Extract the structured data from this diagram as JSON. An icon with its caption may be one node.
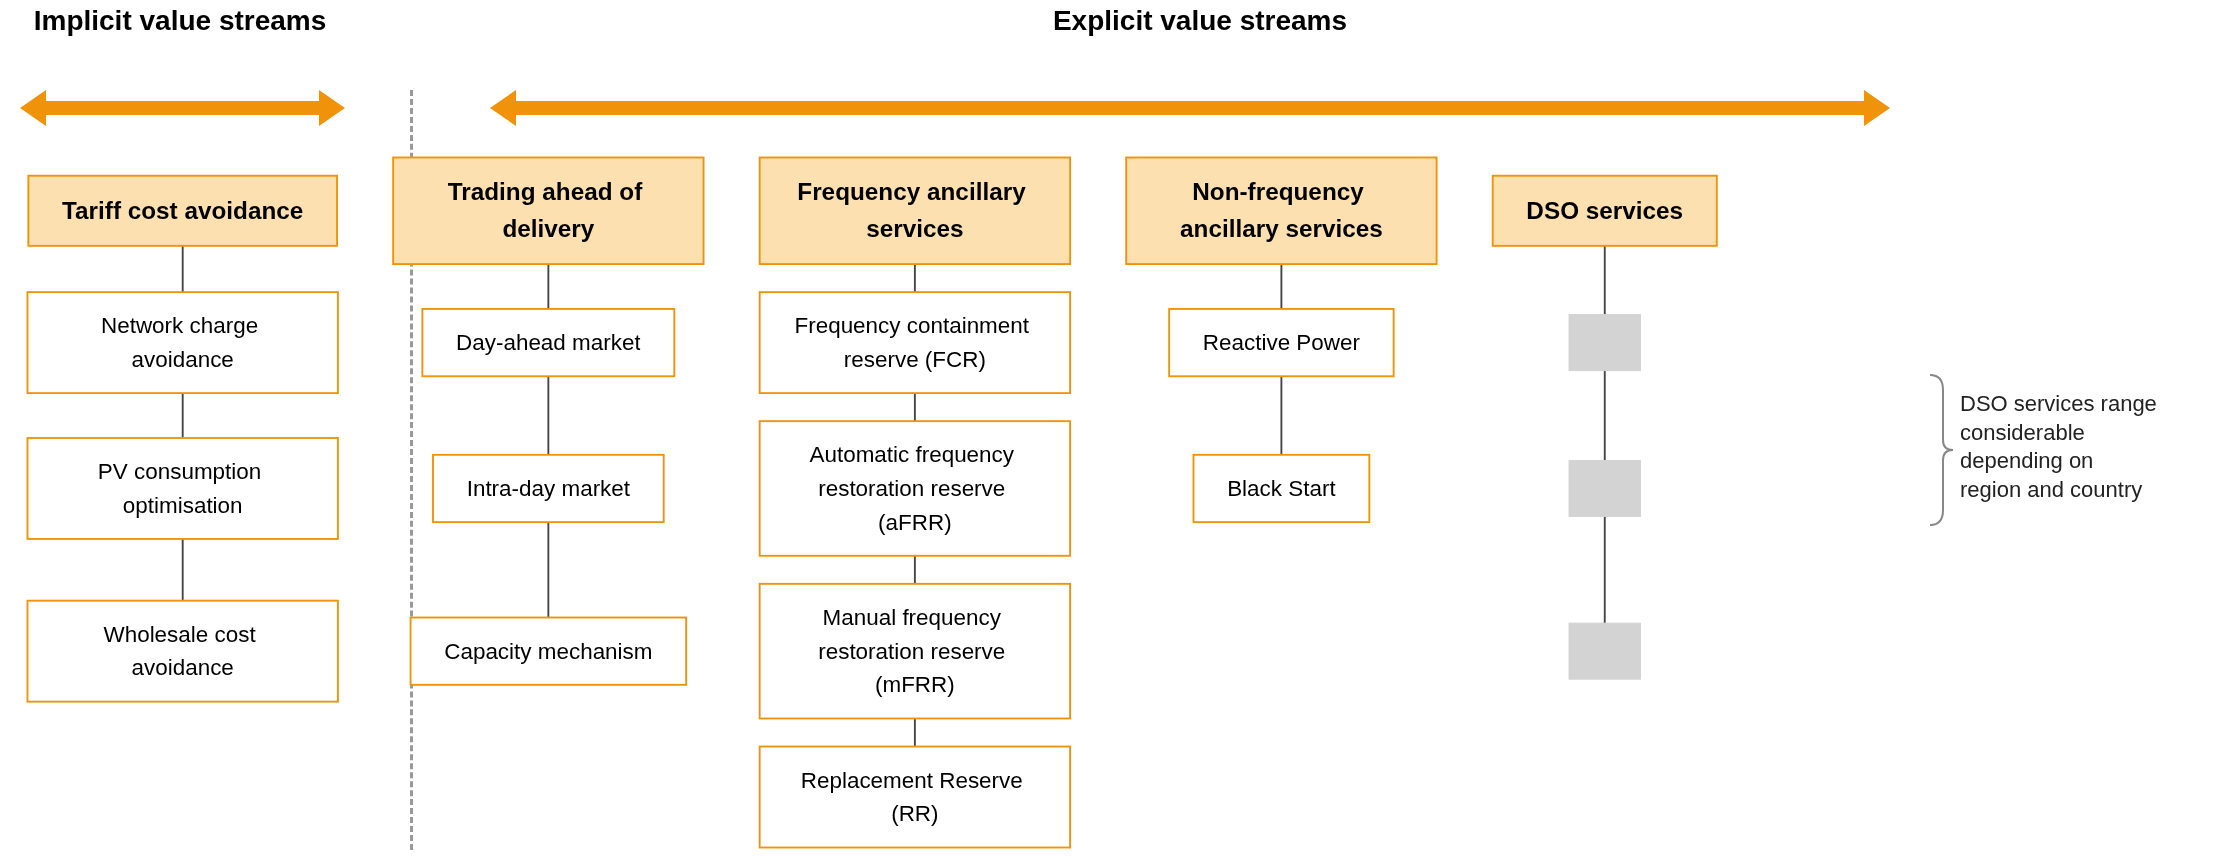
{
  "diagram": {
    "nodes": [
      {
        "text": [
          "Tariff cost avoidance"
        ]
      },
      {
        "text": [
          "Network charge avoidance"
        ]
      },
      {
        "text": [
          "PV consumption optimisation"
        ]
      },
      {
        "text": [
          "Wholesale cost avoidance"
        ]
      },
      {
        "text": [
          "Trading ahead of delivery"
        ]
      },
      {
        "text": [
          "Day-ahead market"
        ]
      },
      {
        "text": [
          "Intra-day market"
        ]
      },
      {
        "text": [
          "Capacity mechanism"
        ]
      },
      {
        "text": [
          "Frequency ancillary services"
        ]
      },
      {
        "text": [
          "Frequency containment reserve (FCR)"
        ]
      },
      {
        "text": [
          "Automatic frequency restoration reserve (aFRR)"
        ]
      },
      {
        "text": [
          "Manual frequency restoration reserve (mFRR)"
        ]
      },
      {
        "text": [
          "Replacement Reserve (RR)"
        ]
      },
      {
        "text": [
          "Non-frequency ancillary services"
        ]
      },
      {
        "text": [
          "Reactive Power"
        ]
      },
      {
        "text": [
          "Black Start"
        ]
      },
      {
        "text": [
          "DSO services"
        ]
      },
      {
        "text": [],
        "shape": "box"
      },
      {
        "text": [],
        "shape": "box"
      },
      {
        "text": [],
        "shape": "box"
      }
    ],
    "edges": [
      {
        "from": 0,
        "to": 1,
        "arrow": "none"
      },
      {
        "from": 1,
        "to": 2,
        "arrow": "none"
      },
      {
        "from": 2,
        "to": 3,
        "arrow": "none"
      },
      {
        "from": 4,
        "to": 5,
        "arrow": "none"
      },
      {
        "from": 5,
        "to": 6,
        "arrow": "none"
      },
      {
        "from": 6,
        "to": 7,
        "arrow": "none"
      },
      {
        "from": 8,
        "to": 9,
        "arrow": "none"
      },
      {
        "from": 9,
        "to": 10,
        "arrow": "none"
      },
      {
        "from": 10,
        "to": 11,
        "arrow": "none"
      },
      {
        "from": 11,
        "to": 12,
        "arrow": "none"
      },
      {
        "from": 13,
        "to": 14,
        "arrow": "none"
      },
      {
        "from": 14,
        "to": 15,
        "arrow": "none"
      },
      {
        "from": 16,
        "to": 17,
        "arrow": "none"
      },
      {
        "from": 17,
        "to": 18,
        "arrow": "none"
      },
      {
        "from": 18,
        "to": 19,
        "arrow": "none"
      }
    ],
    "labels": [
      "Implicit value streams",
      "Explicit value streams",
      "DSO services range considerable depending on region and country"
    ]
  }
}
